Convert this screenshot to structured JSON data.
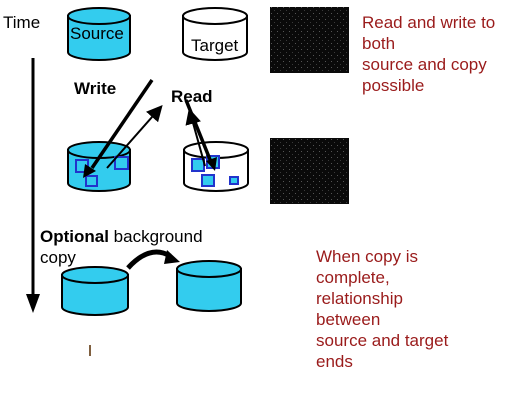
{
  "labels": {
    "time": "Time",
    "source": "Source",
    "target": "Target",
    "write": "Write",
    "read": "Read",
    "optional_bold": "Optional",
    "optional_rest": " background",
    "copy": "copy"
  },
  "notes": {
    "top": [
      "Read and write to",
      "both",
      "source and copy",
      "possible"
    ],
    "bottom": [
      "When copy is",
      "complete,",
      "relationship",
      "between",
      "source and target",
      "ends"
    ]
  },
  "colors": {
    "cyan": "#33ccee",
    "outline": "#000000",
    "note_text": "#9a1b1b",
    "block": "#2233cc"
  }
}
